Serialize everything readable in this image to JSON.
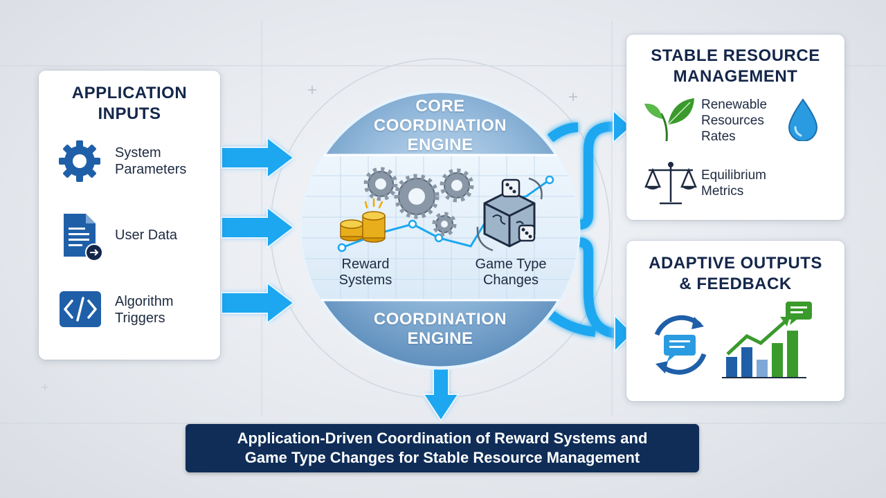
{
  "inputs": {
    "title_line1": "APPLICATION",
    "title_line2": "INPUTS",
    "items": [
      {
        "line1": "System",
        "line2": "Parameters",
        "icon": "gear-icon"
      },
      {
        "line1": "User Data",
        "line2": "",
        "icon": "document-icon"
      },
      {
        "line1": "Algorithm",
        "line2": "Triggers",
        "icon": "code-icon"
      }
    ]
  },
  "engine": {
    "top_title_line1": "CORE",
    "top_title_line2": "COORDINATION",
    "top_title_line3": "ENGINE",
    "bottom_title_line1": "COORDINATION",
    "bottom_title_line2": "ENGINE",
    "reward_line1": "Reward",
    "reward_line2": "Systems",
    "game_line1": "Game Type",
    "game_line2": "Changes"
  },
  "stable": {
    "title_line1": "STABLE RESOURCE",
    "title_line2": "MANAGEMENT",
    "renewable_line1": "Renewable",
    "renewable_line2": "Resources",
    "renewable_line3": "Rates",
    "equilibrium_line1": "Equilibrium",
    "equilibrium_line2": "Metrics"
  },
  "adaptive": {
    "title_line1": "ADAPTIVE OUTPUTS",
    "title_line2": "& FEEDBACK"
  },
  "caption": {
    "line1": "Application-Driven Coordination of Reward Systems and",
    "line2": "Game Type Changes for Stable Resource Management"
  },
  "colors": {
    "arrow": "#1aa7f0",
    "navy": "#14264a",
    "icon_blue": "#1f5fa8",
    "caption_bg": "#0f2d57",
    "leaf_green": "#3a9a2c",
    "water_blue": "#2a9be0"
  }
}
